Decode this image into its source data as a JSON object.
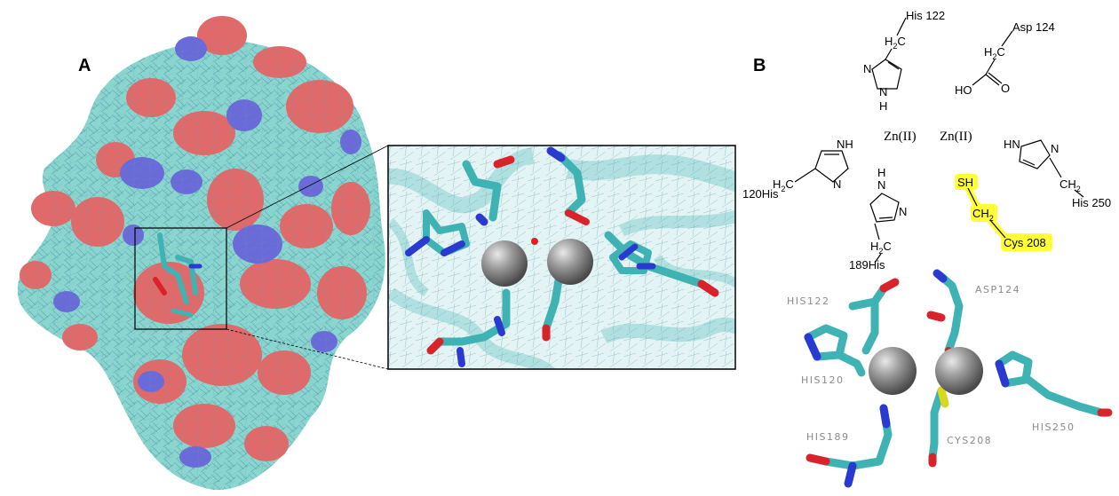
{
  "figure": {
    "panel_a_label": "A",
    "panel_b_label": "B"
  },
  "schematic": {
    "his122": "His 122",
    "asp124": "Asp 124",
    "zn1": "Zn(II)",
    "zn2": "Zn(II)",
    "his120": "120His",
    "his250": "His 250",
    "his189": "189His",
    "cys208": "Cys 208",
    "cys208_highlight_color": "#ffff33",
    "h2c": "H",
    "ch2": "CH",
    "sub2": "2",
    "nh": "NH",
    "hn": "HN",
    "n": "N",
    "h": "H",
    "ho": "HO",
    "o": "O",
    "sh": "SH"
  },
  "residue_labels_3d": {
    "his122": "HIS122",
    "asp124": "ASP124",
    "his120": "HIS120",
    "his189": "HIS189",
    "cys208": "CYS208",
    "his250": "HIS250"
  },
  "colors": {
    "surface_cyan": "#8ad6cf",
    "surface_red": "#e06a6a",
    "surface_blue": "#6a6ad8",
    "stick_cyan": "#3fb3b3",
    "stick_red": "#d8232a",
    "stick_blue": "#2a3ad0",
    "stick_yellow": "#d8d820",
    "zinc_gray": "#8c8c8c"
  }
}
